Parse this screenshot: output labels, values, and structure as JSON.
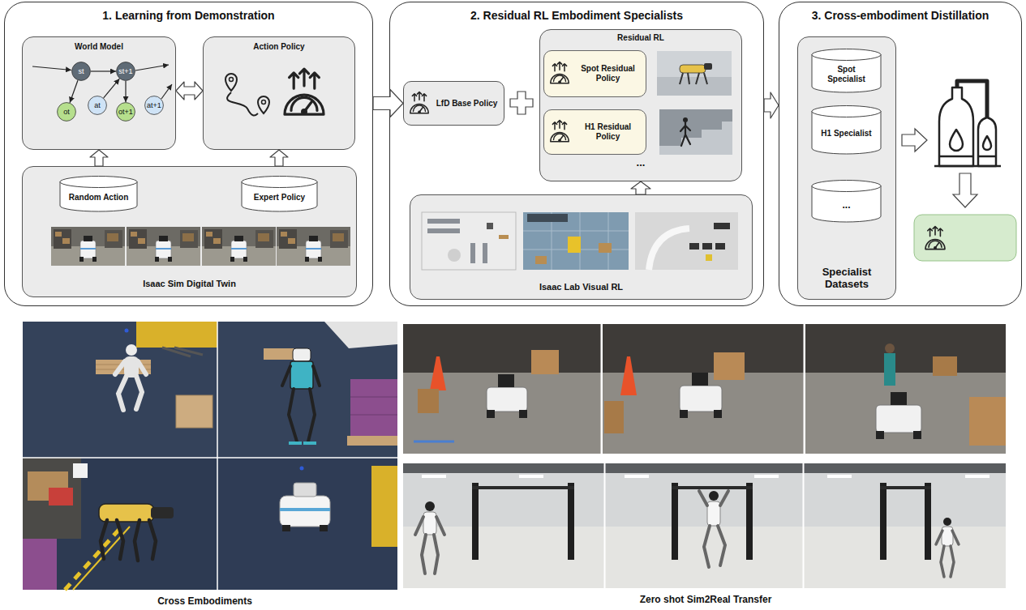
{
  "diagram": {
    "nodes": [
      {
        "text": [
          "1. Learning from Demonstration"
        ]
      },
      {
        "text": [
          "World Model"
        ],
        "in": 0
      },
      {
        "text": [
          "st"
        ],
        "in": 1
      },
      {
        "text": [
          "st+1"
        ],
        "in": 1
      },
      {
        "text": [
          "ot"
        ],
        "in": 1
      },
      {
        "text": [
          "at"
        ],
        "in": 1
      },
      {
        "text": [
          "ot+1"
        ],
        "in": 1
      },
      {
        "text": [
          "at+1"
        ],
        "in": 1
      },
      {
        "text": [
          "Action Policy"
        ],
        "in": 0
      },
      {
        "text": [
          "Isaac Sim Digital Twin"
        ],
        "in": 0
      },
      {
        "text": [
          "Random Action"
        ],
        "in": 9
      },
      {
        "text": [
          "Expert Policy"
        ],
        "in": 9
      },
      {
        "text": [
          "2. Residual RL Embodiment Specialists"
        ]
      },
      {
        "text": [
          "LfD Base Policy"
        ],
        "in": 12
      },
      {
        "text": [
          "Residual RL"
        ],
        "in": 12
      },
      {
        "text": [
          "Spot Residual Policy"
        ],
        "in": 14
      },
      {
        "text": [
          "H1 Residual Policy"
        ],
        "in": 14
      },
      {
        "text": [
          "Isaac Lab Visual RL"
        ],
        "in": 12
      },
      {
        "text": [
          "3. Cross-embodiment Distillation"
        ]
      },
      {
        "text": [
          "Specialist Datasets"
        ],
        "in": 18
      },
      {
        "text": [
          "Spot Specialist"
        ],
        "in": 19
      },
      {
        "text": [
          "H1 Specialist"
        ],
        "in": 19
      },
      {
        "text": [
          "..."
        ],
        "in": 19
      }
    ],
    "edges": [
      {
        "from": 2,
        "to": 3,
        "arrow": "to"
      },
      {
        "from": 2,
        "to": 4,
        "arrow": "to"
      },
      {
        "from": 3,
        "to": 6,
        "arrow": "to"
      },
      {
        "from": 5,
        "to": 3,
        "arrow": "to"
      },
      {
        "from": 1,
        "to": 8,
        "arrow": "both"
      },
      {
        "from": 9,
        "to": 1,
        "arrow": "to"
      },
      {
        "from": 9,
        "to": 8,
        "arrow": "to"
      },
      {
        "from": 0,
        "to": 13,
        "arrow": "to"
      },
      {
        "from": 12,
        "to": 18,
        "arrow": "to"
      },
      {
        "from": 17,
        "to": 14,
        "arrow": "to"
      }
    ],
    "labels": [
      "...",
      "Cross Embodiments",
      "Zero shot Sim2Real Transfer"
    ]
  }
}
